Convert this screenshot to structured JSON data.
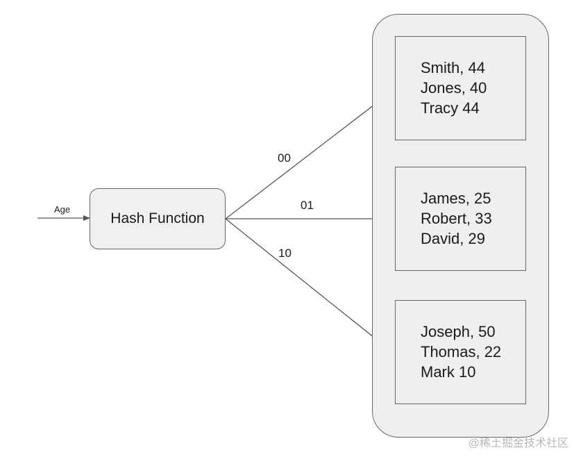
{
  "input_label": "Age",
  "hash_function_label": "Hash Function",
  "edges": [
    {
      "label": "00"
    },
    {
      "label": "01"
    },
    {
      "label": "10"
    }
  ],
  "buckets": [
    {
      "records": [
        "Smith, 44",
        "Jones, 40",
        "Tracy 44"
      ]
    },
    {
      "records": [
        "James, 25",
        "Robert, 33",
        "David, 29"
      ]
    },
    {
      "records": [
        "Joseph, 50",
        "Thomas, 22",
        "Mark 10"
      ]
    }
  ],
  "watermark": "@稀土掘金技术社区",
  "colors": {
    "line": "#555555",
    "box_fill": "#efefef",
    "box_border": "#666666"
  }
}
